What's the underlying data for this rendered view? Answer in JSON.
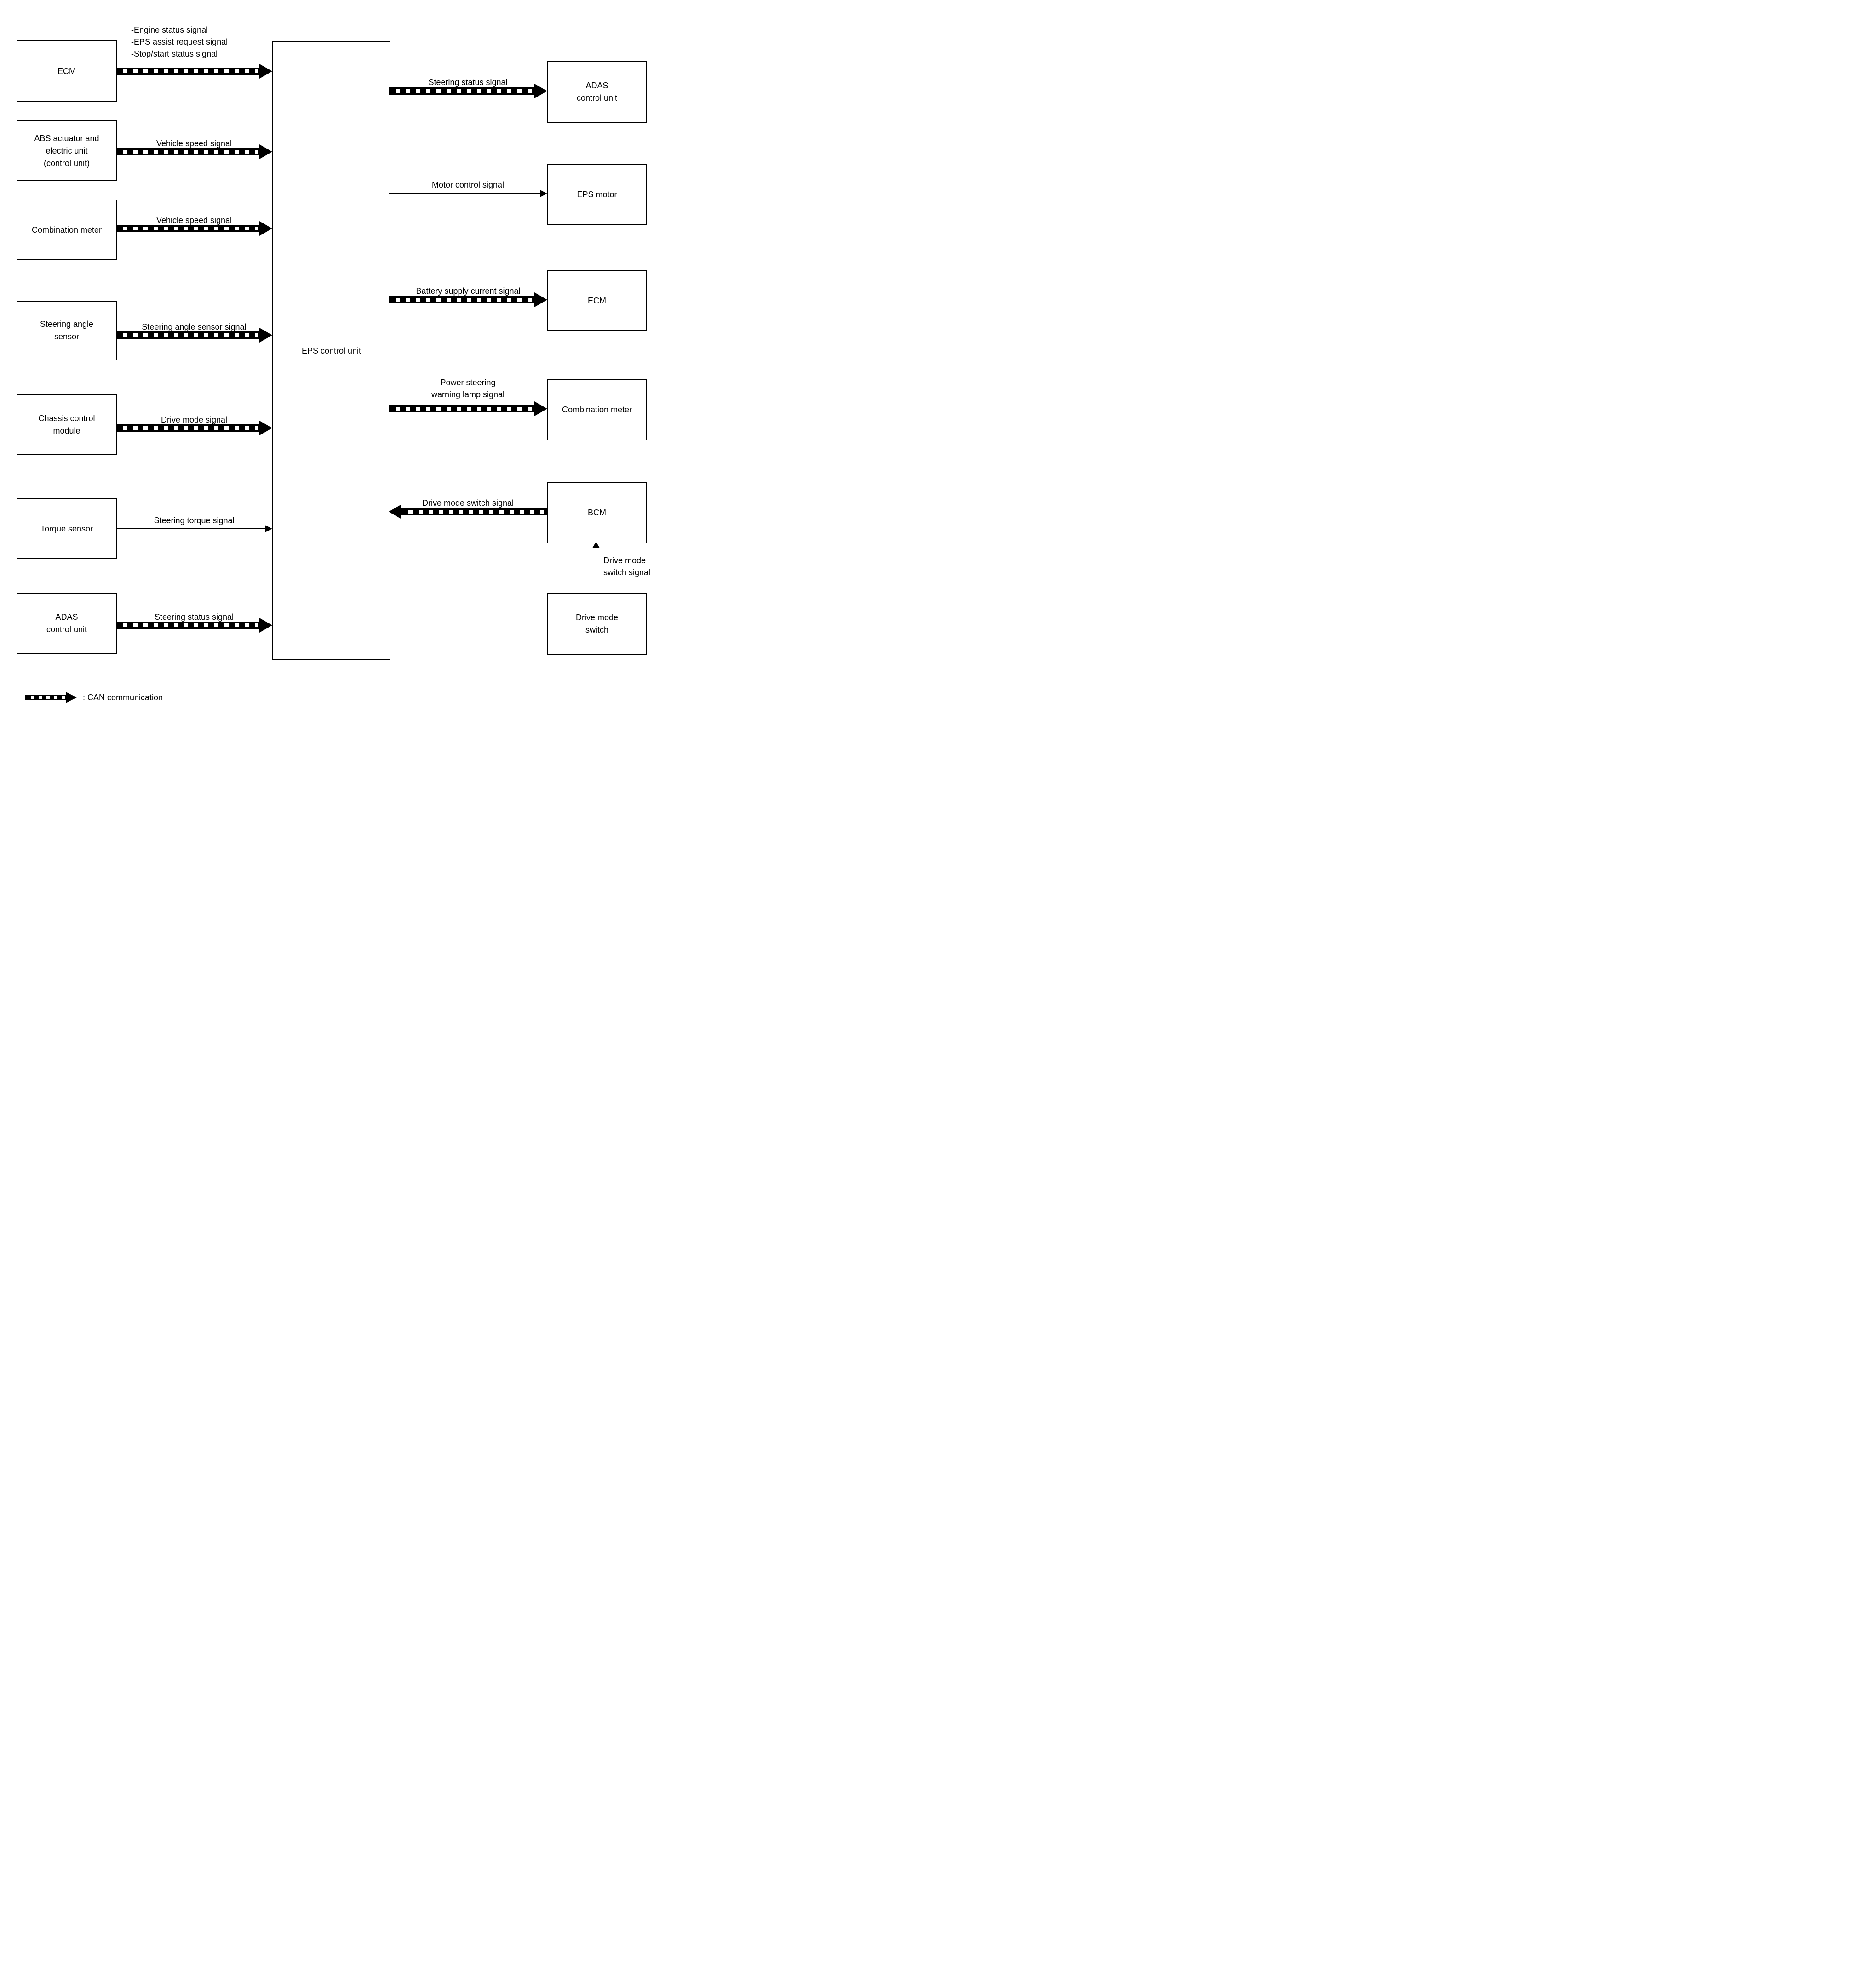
{
  "nodes": {
    "left": [
      {
        "label": "ECM"
      },
      {
        "label": "ABS actuator and\nelectric unit\n(control unit)"
      },
      {
        "label": "Combination meter"
      },
      {
        "label": "Steering angle\nsensor"
      },
      {
        "label": "Chassis control\nmodule"
      },
      {
        "label": "Torque sensor"
      },
      {
        "label": "ADAS\ncontrol unit"
      }
    ],
    "center": {
      "label": "EPS control unit"
    },
    "right": [
      {
        "label": "ADAS\ncontrol unit"
      },
      {
        "label": "EPS motor"
      },
      {
        "label": "ECM"
      },
      {
        "label": "Combination meter"
      },
      {
        "label": "BCM"
      },
      {
        "label": "Drive mode\nswitch"
      }
    ]
  },
  "signals": {
    "to_eps": [
      {
        "label": "-Engine status signal\n-EPS assist request signal\n-Stop/start status signal",
        "type": "CAN"
      },
      {
        "label": "Vehicle speed signal",
        "type": "CAN"
      },
      {
        "label": "Vehicle speed signal",
        "type": "CAN"
      },
      {
        "label": "Steering angle sensor signal",
        "type": "CAN"
      },
      {
        "label": "Drive mode signal",
        "type": "CAN"
      },
      {
        "label": "Steering torque signal",
        "type": "direct"
      },
      {
        "label": "Steering status signal",
        "type": "CAN"
      }
    ],
    "from_eps": [
      {
        "label": "Steering status signal",
        "type": "CAN",
        "direction": "out"
      },
      {
        "label": "Motor control signal",
        "type": "direct",
        "direction": "out"
      },
      {
        "label": "Battery supply current signal",
        "type": "CAN",
        "direction": "out"
      },
      {
        "label": "Power steering\nwarning lamp signal",
        "type": "CAN",
        "direction": "out"
      },
      {
        "label": "Drive mode switch signal",
        "type": "CAN",
        "direction": "in"
      }
    ],
    "switch_to_bcm": {
      "label": "Drive mode\nswitch signal",
      "type": "direct"
    }
  },
  "legend": {
    "can_label": ": CAN communication"
  },
  "colors": {
    "foreground": "#000000",
    "background": "#ffffff"
  }
}
